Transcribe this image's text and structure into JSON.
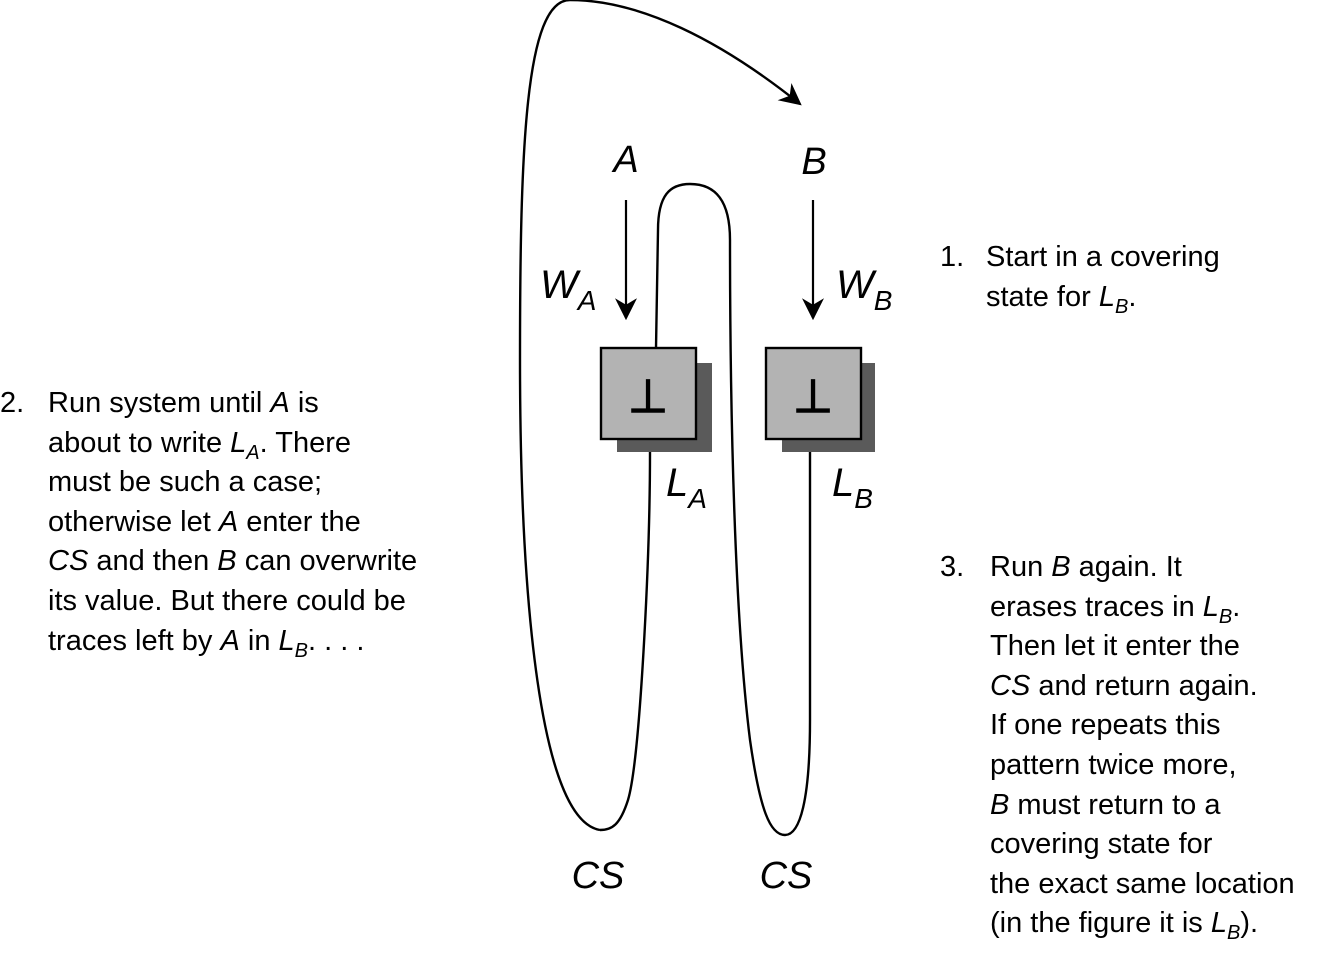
{
  "diagram": {
    "process_a": "A",
    "process_b": "B",
    "write_a_main": "W",
    "write_a_sub": "A",
    "write_b_main": "W",
    "write_b_sub": "B",
    "reg_a_symbol": "⊥",
    "reg_b_symbol": "⊥",
    "loc_a_main": "L",
    "loc_a_sub": "A",
    "loc_b_main": "L",
    "loc_b_sub": "B",
    "cs_left": "CS",
    "cs_right": "CS",
    "colors": {
      "register_fill": "#b3b3b3",
      "register_shadow": "#5a5a5a",
      "stroke": "#000000"
    }
  },
  "notes": {
    "step1": {
      "num": "1.",
      "l1": "Start in a covering",
      "l2_pre": "state for ",
      "l2_L": "L",
      "l2_sub": "B",
      "l2_post": "."
    },
    "step2": {
      "num": "2.",
      "l1_pre": "Run system until ",
      "l1_A": "A",
      "l1_post": " is",
      "l2_pre": "about to write ",
      "l2_L": "L",
      "l2_sub": "A",
      "l2_post": ". There",
      "l3": "must be such a case;",
      "l4_pre": "otherwise let ",
      "l4_A": "A",
      "l4_post": " enter the",
      "l5_CS": "CS",
      "l5_mid": " and then ",
      "l5_B": "B",
      "l5_post": " can overwrite",
      "l6": "its value. But there could be",
      "l7_pre": "traces left by ",
      "l7_A": "A",
      "l7_mid": " in ",
      "l7_L": "L",
      "l7_sub": "B",
      "l7_post": ". . . ."
    },
    "step3": {
      "num": "3.",
      "l1_pre": "Run ",
      "l1_B": "B",
      "l1_post": " again. It",
      "l2_pre": "erases traces in ",
      "l2_L": "L",
      "l2_sub": "B",
      "l2_post": ".",
      "l3": "Then let it enter the",
      "l4_CS": "CS",
      "l4_post": " and return again.",
      "l5": "If one repeats this",
      "l6": "pattern twice more,",
      "l7_B": "B",
      "l7_post": " must return to a",
      "l8": "covering state for",
      "l9": "the exact same location",
      "l10_pre": "(in the figure it is ",
      "l10_L": "L",
      "l10_sub": "B",
      "l10_post": ")."
    }
  }
}
